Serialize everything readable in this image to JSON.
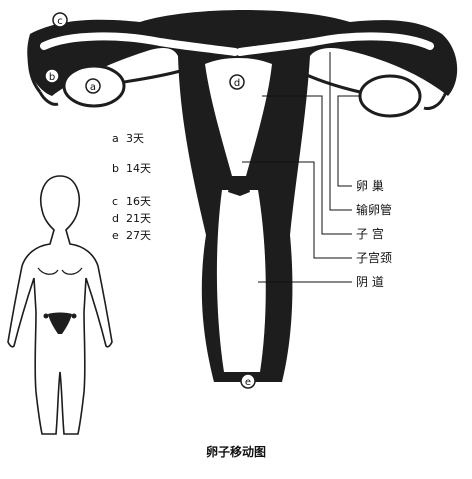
{
  "stages": [
    {
      "mark": "a",
      "days": "3天"
    },
    {
      "mark": "b",
      "days": "14天"
    },
    {
      "mark": "c",
      "days": "16天"
    },
    {
      "mark": "d",
      "days": "21天"
    },
    {
      "mark": "e",
      "days": "27天"
    }
  ],
  "labels": {
    "ovary": "卵 巢",
    "fallopian_tube": "输卵管",
    "uterus": "子 宫",
    "cervix": "子宫颈",
    "vagina": "阴 道"
  },
  "caption": "卵子移动图"
}
